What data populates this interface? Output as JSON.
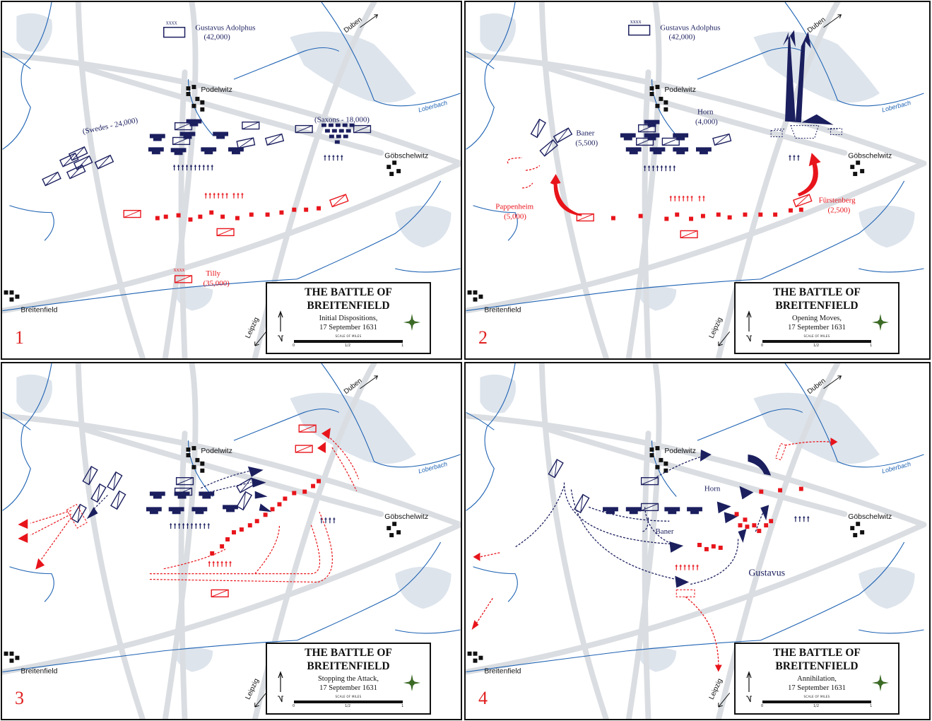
{
  "title": "THE BATTLE OF BREITENFIELD",
  "date": "17 September 1631",
  "scale_title": "SCALE OF MILES",
  "scale_ticks": [
    "0",
    "1/2",
    "1"
  ],
  "colors": {
    "swedish": "#1b1f5e",
    "imperial": "#e8141b",
    "terrain": "#dde1e6",
    "roads": "#dadde1",
    "rivers": "#1f63b3",
    "marsh": "#9fb3c9"
  },
  "places": {
    "podelwitz": "Podelwitz",
    "gobschelwitz": "Göbschelwitz",
    "breitenfield": "Breitenfield",
    "duben": "Duben",
    "leipzig": "Leipzig",
    "loberbach": "Loberbach"
  },
  "panels": [
    {
      "number": "1",
      "subtitle": "Initial Dispositions,",
      "labels": {
        "gustavus": "Gustavus Adolphus",
        "gustavus_strength": "(42,000)",
        "corps_symbol": "xxxx",
        "swedes": "(Swedes - 24,000)",
        "saxons": "(Saxons - 18,000)",
        "tilly": "Tilly",
        "tilly_strength": "(35,000)"
      }
    },
    {
      "number": "2",
      "subtitle": "Opening Moves,",
      "labels": {
        "gustavus": "Gustavus Adolphus",
        "gustavus_strength": "(42,000)",
        "corps_symbol": "xxxx",
        "horn": "Horn",
        "horn_strength": "(4,000)",
        "baner": "Baner",
        "baner_strength": "(5,500)",
        "pappenheim": "Pappenheim",
        "pappenheim_strength": "(5,000)",
        "furstenberg": "Fürstenberg",
        "furstenberg_strength": "(2,500)"
      }
    },
    {
      "number": "3",
      "subtitle": "Stopping the Attack,",
      "labels": {}
    },
    {
      "number": "4",
      "subtitle": "Annihilation,",
      "labels": {
        "horn": "Horn",
        "baner": "Baner",
        "gustavus": "Gustavus"
      }
    }
  ]
}
